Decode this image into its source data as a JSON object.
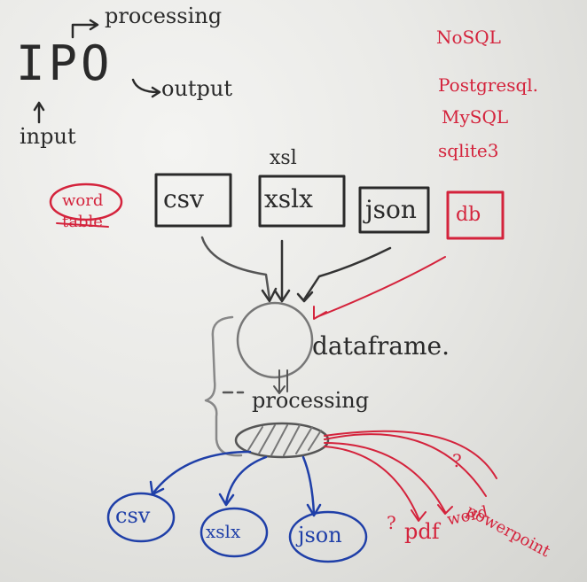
{
  "colors": {
    "black_marker": "#2a2a2a",
    "red_marker": "#d4233c",
    "blue_marker": "#1f3fa8",
    "board": "#eeeeec"
  },
  "ipo": {
    "title": "IPO",
    "processing": "processing",
    "output": "output",
    "input": "input"
  },
  "databases": [
    "NoSQL",
    "Postgresql.",
    "MySQL",
    "sqlite3"
  ],
  "circled_word": "word",
  "table": "table",
  "xsl": "xsl",
  "inputs": [
    "csv",
    "xslx",
    "json",
    "db"
  ],
  "center": {
    "dataframe": "dataframe.",
    "processing": "processing"
  },
  "outputs_blue": [
    "csv",
    "xslx",
    "json"
  ],
  "outputs_red": {
    "pdf": "pdf",
    "word": "word",
    "powerpoint": "powerpoint",
    "q1": "?",
    "q2": "?"
  }
}
